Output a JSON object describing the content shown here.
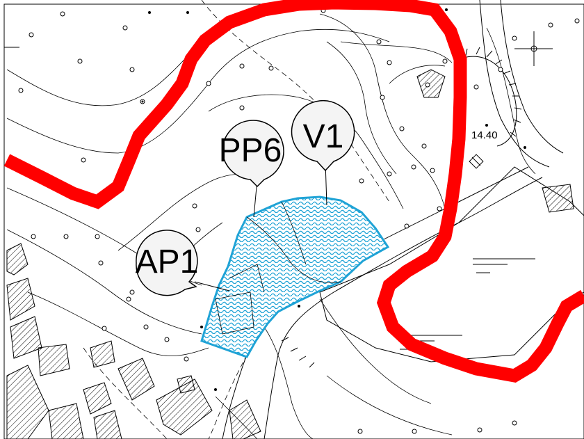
{
  "map": {
    "labels": {
      "pp6": "PP6",
      "v1": "V1",
      "ap1": "AP1",
      "elevation": "14.40"
    },
    "colors": {
      "boundary": "#ff0000",
      "zone": "#1fa3d6",
      "lines": "#000000",
      "background": "#ffffff"
    }
  }
}
